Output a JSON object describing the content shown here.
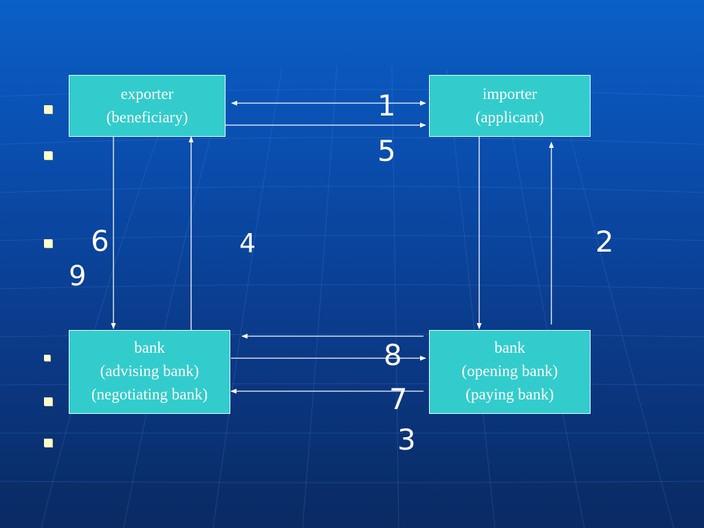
{
  "nodes": {
    "exporter": {
      "line1": "exporter",
      "line2": "(beneficiary)"
    },
    "importer": {
      "line1": "importer",
      "line2": "(applicant)"
    },
    "advising_bank": {
      "line1": "bank",
      "line2": "(advising bank)",
      "line3": "(negotiating bank)"
    },
    "opening_bank": {
      "line1": "bank",
      "line2": "(opening bank)",
      "line3": "(paying bank)"
    }
  },
  "step_numbers": {
    "n1": "1",
    "n2": "2",
    "n3": "3",
    "n4": "4",
    "n5": "5",
    "n6": "6",
    "n7": "7",
    "n8": "8",
    "n9": "9"
  },
  "colors": {
    "box_fill": "#33cccc",
    "box_border": "#e8ffff",
    "arrow": "#ffffff",
    "bullet": "#ffffcc"
  }
}
